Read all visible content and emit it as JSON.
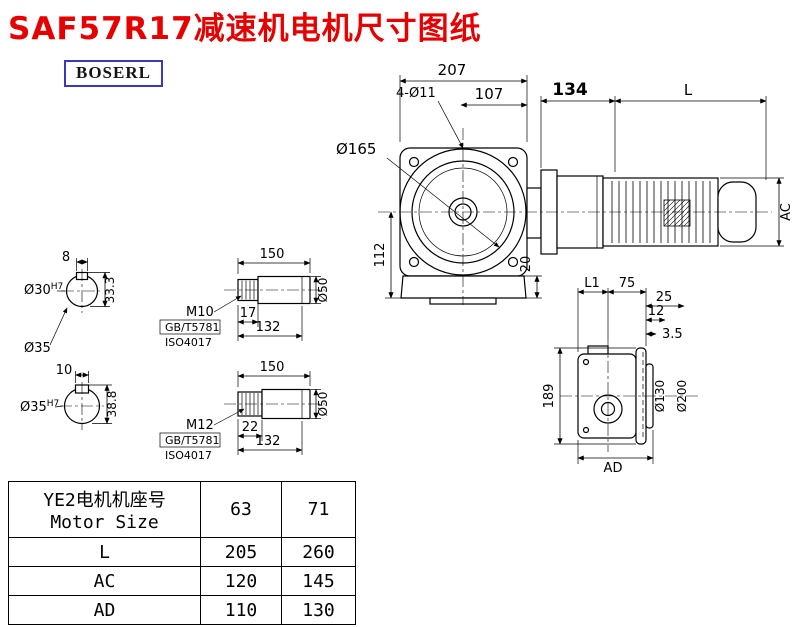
{
  "page": {
    "title": "SAF57R17减速机电机尺寸图纸",
    "logo": "BOSERL"
  },
  "front_view": {
    "d207": "207",
    "d107": "107",
    "holes": "4-Ø11",
    "dia": "Ø165",
    "d112": "112",
    "d20": "20",
    "d134": "134",
    "dL": "L",
    "dAC": "AC"
  },
  "side_view": {
    "l1": "L1",
    "d75": "75",
    "d25": "25",
    "d12": "12",
    "d35": "3.5",
    "d189": "189",
    "dia130": "Ø130",
    "dia200": "Ø200",
    "dAD": "AD"
  },
  "end_small": {
    "key": "8",
    "dia": "Ø30",
    "tol": "H7",
    "height": "33.3",
    "extra": "Ø35"
  },
  "end_large": {
    "key": "10",
    "dia": "Ø35",
    "tol": "H7",
    "height": "38.8"
  },
  "profile1": {
    "len": "150",
    "thread": "M10",
    "std1": "GB/T5781",
    "std2": "ISO4017",
    "t_len": "17",
    "body": "132",
    "dia": "Ø50"
  },
  "profile2": {
    "len": "150",
    "thread": "M12",
    "std1": "GB/T5781",
    "std2": "ISO4017",
    "t_len": "22",
    "body": "132",
    "dia": "Ø50"
  },
  "table": {
    "header": {
      "cn": "YE2电机机座号",
      "en": "Motor Size",
      "c1": "63",
      "c2": "71"
    },
    "rows": [
      {
        "label": "L",
        "c1": "205",
        "c2": "260"
      },
      {
        "label": "AC",
        "c1": "120",
        "c2": "145"
      },
      {
        "label": "AD",
        "c1": "110",
        "c2": "130"
      }
    ]
  }
}
